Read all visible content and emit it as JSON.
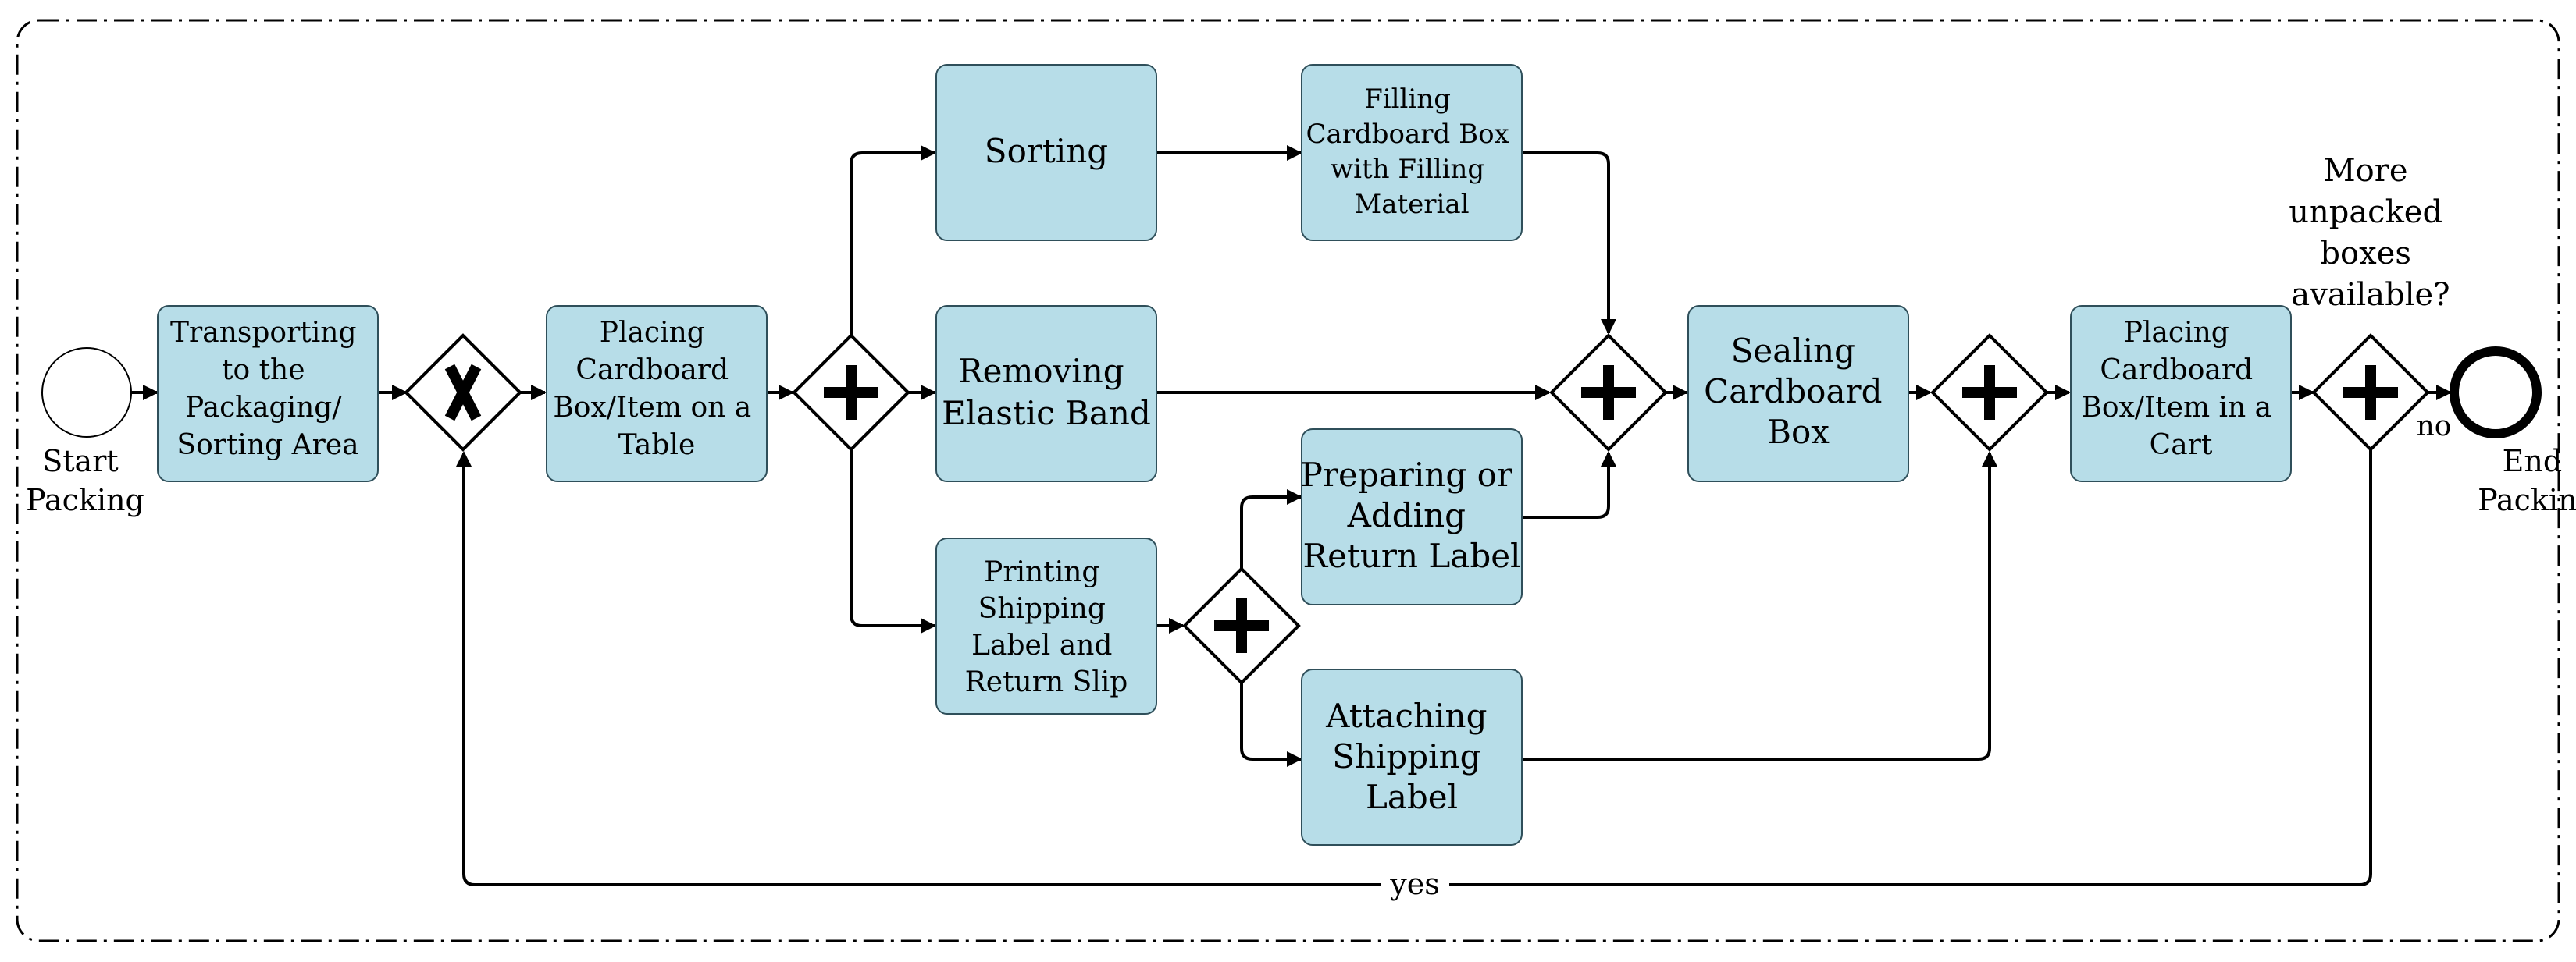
{
  "tasks": {
    "transport": [
      "Transporting",
      "to the",
      "Packaging/",
      "Sorting Area"
    ],
    "place_table": [
      "Placing",
      "Cardboard",
      "Box/Item on a",
      "Table"
    ],
    "sorting": [
      "Sorting"
    ],
    "filling": [
      "Filling",
      "Cardboard Box",
      "with Filling",
      "Material"
    ],
    "elastic": [
      "Removing",
      "Elastic Band"
    ],
    "printing": [
      "Printing",
      "Shipping",
      "Label and",
      "Return Slip"
    ],
    "return_label": [
      "Preparing or",
      "Adding",
      "Return Label"
    ],
    "attach": [
      "Attaching",
      "Shipping",
      "Label"
    ],
    "sealing": [
      "Sealing",
      "Cardboard",
      "Box"
    ],
    "place_cart": [
      "Placing",
      "Cardboard",
      "Box/Item in a",
      "Cart"
    ]
  },
  "events": {
    "start": [
      "Start",
      "Packing"
    ],
    "end": [
      "End",
      "Packing"
    ]
  },
  "question": [
    "More",
    "unpacked",
    "boxes",
    "available?"
  ],
  "flow_labels": {
    "no": "no",
    "yes": "yes"
  },
  "colors": {
    "task_fill": "#b7dde8",
    "task_stroke": "#2f4f5a",
    "line": "#000000"
  },
  "gateway_types": {
    "loop_merge": "exclusive",
    "split_main": "parallel",
    "join_main": "parallel",
    "split_print": "parallel",
    "join_ship": "parallel",
    "decision": "parallel"
  }
}
